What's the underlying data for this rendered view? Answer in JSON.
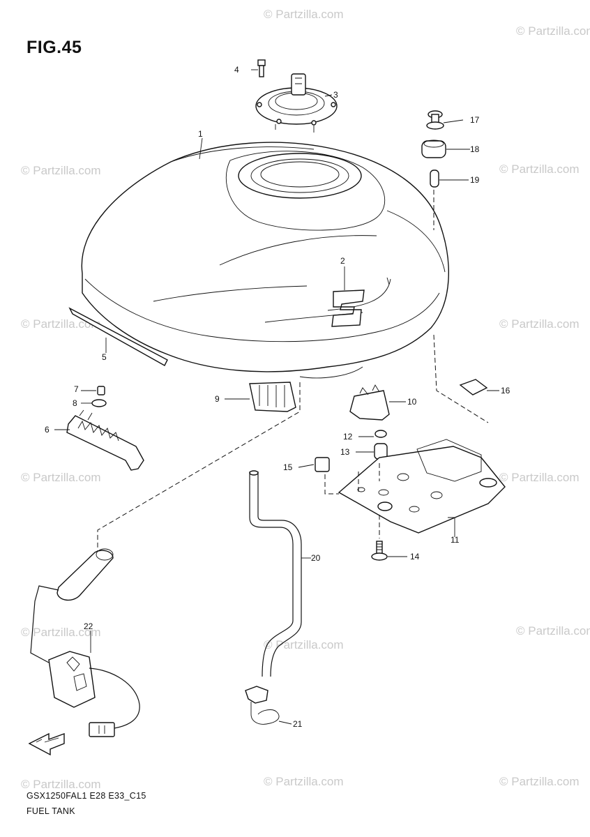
{
  "figure": {
    "title": "FIG.45"
  },
  "watermark": "© Partzilla.com",
  "callouts": [
    "1",
    "2",
    "3",
    "4",
    "5",
    "6",
    "7",
    "8",
    "9",
    "10",
    "11",
    "12",
    "13",
    "14",
    "15",
    "16",
    "17",
    "18",
    "19",
    "20",
    "21",
    "22"
  ],
  "footer": {
    "model_code": "GSX1250FAL1 E28 E33_C15",
    "section_name": "FUEL TANK"
  }
}
